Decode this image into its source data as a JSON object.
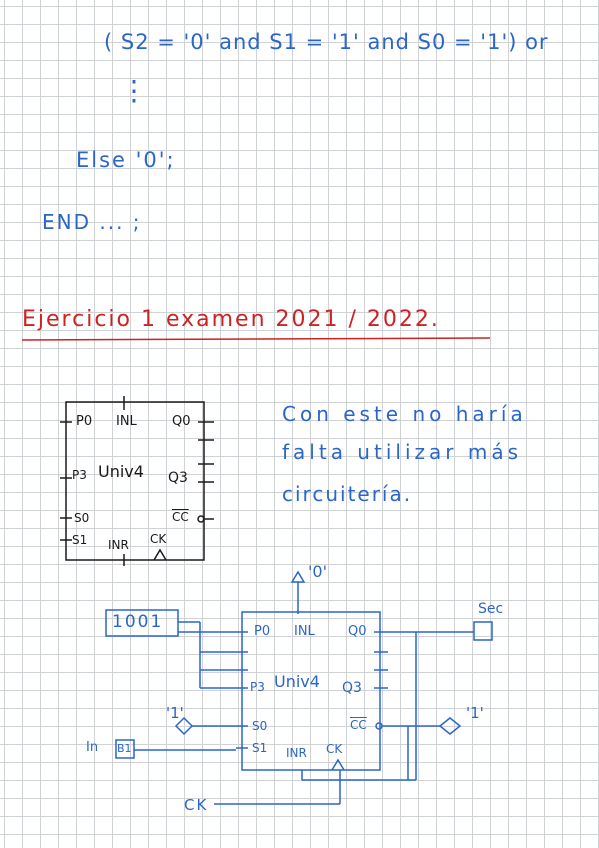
{
  "notes": {
    "line1": "( S2 = '0' and  S1 = '1' and  S0 = '1') or",
    "dots": "⋮",
    "line3": "Else '0';",
    "line4": "END ... ;"
  },
  "title": "Ejercicio 1 examen 2021 / 2022.",
  "comment": {
    "line1": "Con este no haría",
    "line2": "falta utilizar más",
    "line3": "circuitería."
  },
  "block1": {
    "name": "Univ4",
    "p0": "P0",
    "p3": "P3",
    "s0": "S0",
    "s1": "S1",
    "q0": "Q0",
    "q3": "Q3",
    "cc": "CC",
    "inl": "INL",
    "inr": "INR",
    "ck": "CK"
  },
  "block2": {
    "name": "Univ4",
    "p0": "P0",
    "p3": "P3",
    "s0": "S0",
    "s1": "S1",
    "q0": "Q0",
    "q3": "Q3",
    "cc": "CC",
    "inl": "INL",
    "inr": "INR",
    "ck": "CK"
  },
  "circuit": {
    "const_value": "1001",
    "top_input": "'0'",
    "s0_const": "'1'",
    "right_const": "'1'",
    "in_label": "In",
    "in_value": "B1",
    "out_label": "Sec",
    "clock_label": "CK"
  },
  "colors": {
    "ink_blue": "#2a66c8",
    "ink_black": "#1a1a1a",
    "ink_red": "#cc2222",
    "grid": "#cfd3d6"
  }
}
